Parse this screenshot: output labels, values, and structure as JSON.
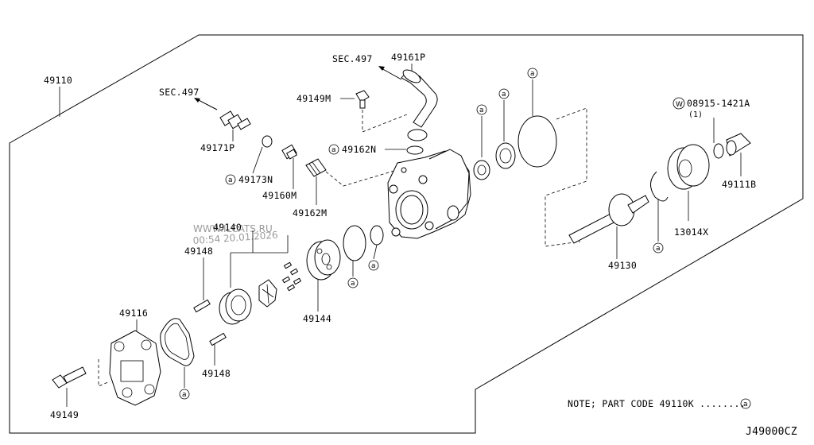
{
  "diagram": {
    "code": "J49000CZ",
    "note": {
      "text": "NOTE; PART CODE 49110K ........",
      "symbol": "a"
    },
    "watermark": {
      "line1": "WWW.ILCATS.RU",
      "line2": "00:54 20.01.2026"
    },
    "labels": {
      "p49110": "49110",
      "sec497_left": "SEC.497",
      "sec497_top": "SEC.497",
      "p49161P": "49161P",
      "p49149M": "49149M",
      "p49162N": "49162N",
      "p49171P": "49171P",
      "p49173N": "49173N",
      "p49160M": "49160M",
      "p49162M": "49162M",
      "p49140": "49140",
      "p49148_top": "49148",
      "p49148_bottom": "49148",
      "p49116": "49116",
      "p49149": "49149",
      "p49144": "49144",
      "p49130": "49130",
      "p13014X": "13014X",
      "p49111B": "49111B",
      "p08915": "08915-1421A",
      "p08915_qty": "(1)",
      "w_symbol": "W",
      "a_symbol": "a"
    }
  }
}
